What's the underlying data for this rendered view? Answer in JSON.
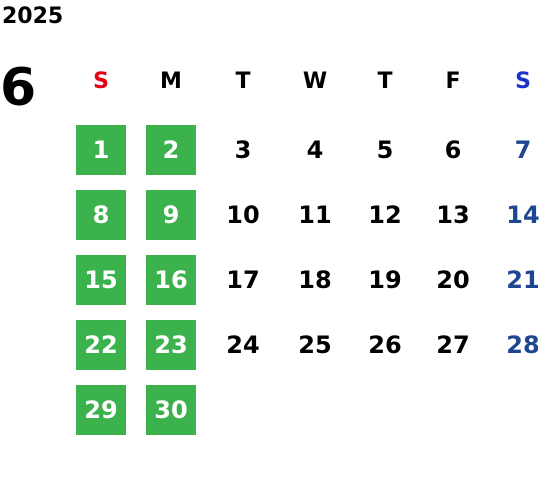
{
  "year": "2025",
  "month": "6",
  "colors": {
    "highlight": "#3bb24c",
    "sunday_header": "#e60012",
    "saturday_header": "#1d33c8",
    "saturday_dates": "#1f4690",
    "default": "#000000"
  },
  "weekdays": [
    "S",
    "M",
    "T",
    "W",
    "T",
    "F",
    "S"
  ],
  "weeks": [
    [
      {
        "d": "1",
        "hl": true
      },
      {
        "d": "2",
        "hl": true
      },
      {
        "d": "3"
      },
      {
        "d": "4"
      },
      {
        "d": "5"
      },
      {
        "d": "6"
      },
      {
        "d": "7"
      }
    ],
    [
      {
        "d": "8",
        "hl": true
      },
      {
        "d": "9",
        "hl": true
      },
      {
        "d": "10"
      },
      {
        "d": "11"
      },
      {
        "d": "12"
      },
      {
        "d": "13"
      },
      {
        "d": "14"
      }
    ],
    [
      {
        "d": "15",
        "hl": true
      },
      {
        "d": "16",
        "hl": true
      },
      {
        "d": "17"
      },
      {
        "d": "18"
      },
      {
        "d": "19"
      },
      {
        "d": "20"
      },
      {
        "d": "21"
      }
    ],
    [
      {
        "d": "22",
        "hl": true
      },
      {
        "d": "23",
        "hl": true
      },
      {
        "d": "24"
      },
      {
        "d": "25"
      },
      {
        "d": "26"
      },
      {
        "d": "27"
      },
      {
        "d": "28"
      }
    ],
    [
      {
        "d": "29",
        "hl": true
      },
      {
        "d": "30",
        "hl": true
      }
    ]
  ]
}
